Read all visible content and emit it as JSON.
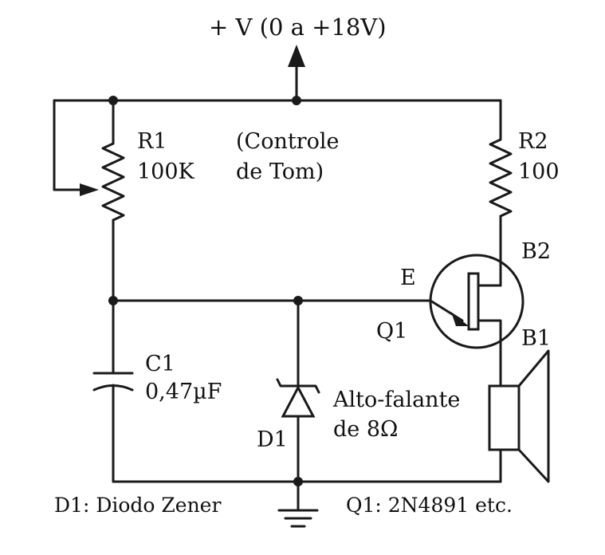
{
  "supply": {
    "label": "+ V (0 a +18V)"
  },
  "r1": {
    "name": "R1",
    "value": "100K",
    "note_line1": "(Controle",
    "note_line2": "de Tom)"
  },
  "r2": {
    "name": "R2",
    "value": "100"
  },
  "q1": {
    "name": "Q1",
    "emitter": "E",
    "base2": "B2",
    "base1": "B1"
  },
  "c1": {
    "name": "C1",
    "value": "0,47µF"
  },
  "d1": {
    "name": "D1"
  },
  "speaker": {
    "line1": "Alto-falante",
    "line2": "de 8Ω"
  },
  "notes": {
    "d1": "D1: Diodo Zener",
    "q1": "Q1: 2N4891 etc."
  }
}
